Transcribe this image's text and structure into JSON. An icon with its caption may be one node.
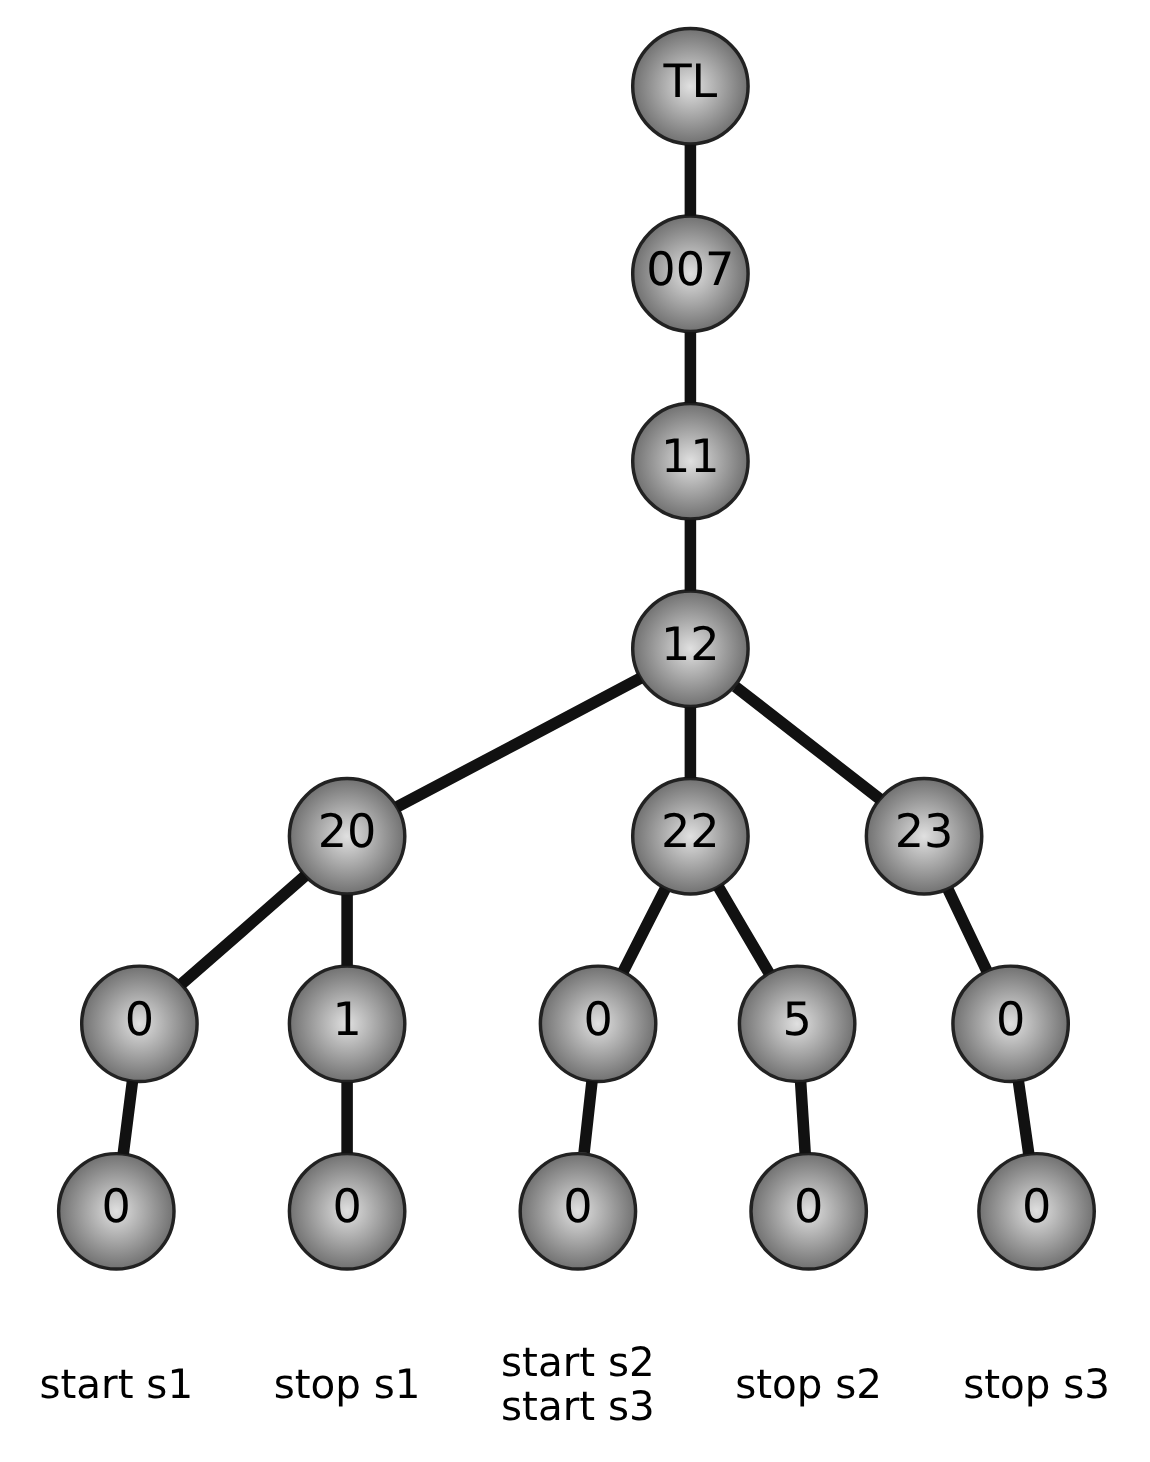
{
  "diagram": {
    "nodes": [
      {
        "text": [
          "TL"
        ]
      },
      {
        "text": [
          "007"
        ]
      },
      {
        "text": [
          "11"
        ]
      },
      {
        "text": [
          "12"
        ]
      },
      {
        "text": [
          "20"
        ]
      },
      {
        "text": [
          "22"
        ]
      },
      {
        "text": [
          "23"
        ]
      },
      {
        "text": [
          "0"
        ]
      },
      {
        "text": [
          "1"
        ]
      },
      {
        "text": [
          "0"
        ]
      },
      {
        "text": [
          "5"
        ]
      },
      {
        "text": [
          "0"
        ]
      },
      {
        "text": [
          "0"
        ],
        "beside": [
          "start s1"
        ]
      },
      {
        "text": [
          "0"
        ],
        "beside": [
          "stop s1"
        ]
      },
      {
        "text": [
          "0"
        ],
        "beside": [
          "start s2",
          "start s3"
        ]
      },
      {
        "text": [
          "0"
        ],
        "beside": [
          "stop s2"
        ]
      },
      {
        "text": [
          "0"
        ],
        "beside": [
          "stop s3"
        ]
      }
    ],
    "edges": [
      {
        "from": 0,
        "to": 1,
        "arrow": "none"
      },
      {
        "from": 1,
        "to": 2,
        "arrow": "none"
      },
      {
        "from": 2,
        "to": 3,
        "arrow": "none"
      },
      {
        "from": 3,
        "to": 4,
        "arrow": "none"
      },
      {
        "from": 3,
        "to": 5,
        "arrow": "none"
      },
      {
        "from": 3,
        "to": 6,
        "arrow": "none"
      },
      {
        "from": 4,
        "to": 7,
        "arrow": "none"
      },
      {
        "from": 4,
        "to": 8,
        "arrow": "none"
      },
      {
        "from": 5,
        "to": 9,
        "arrow": "none"
      },
      {
        "from": 5,
        "to": 10,
        "arrow": "none"
      },
      {
        "from": 6,
        "to": 11,
        "arrow": "none"
      },
      {
        "from": 7,
        "to": 12,
        "arrow": "none"
      },
      {
        "from": 8,
        "to": 13,
        "arrow": "none"
      },
      {
        "from": 9,
        "to": 14,
        "arrow": "none"
      },
      {
        "from": 10,
        "to": 15,
        "arrow": "none"
      },
      {
        "from": 11,
        "to": 16,
        "arrow": "none"
      }
    ]
  }
}
